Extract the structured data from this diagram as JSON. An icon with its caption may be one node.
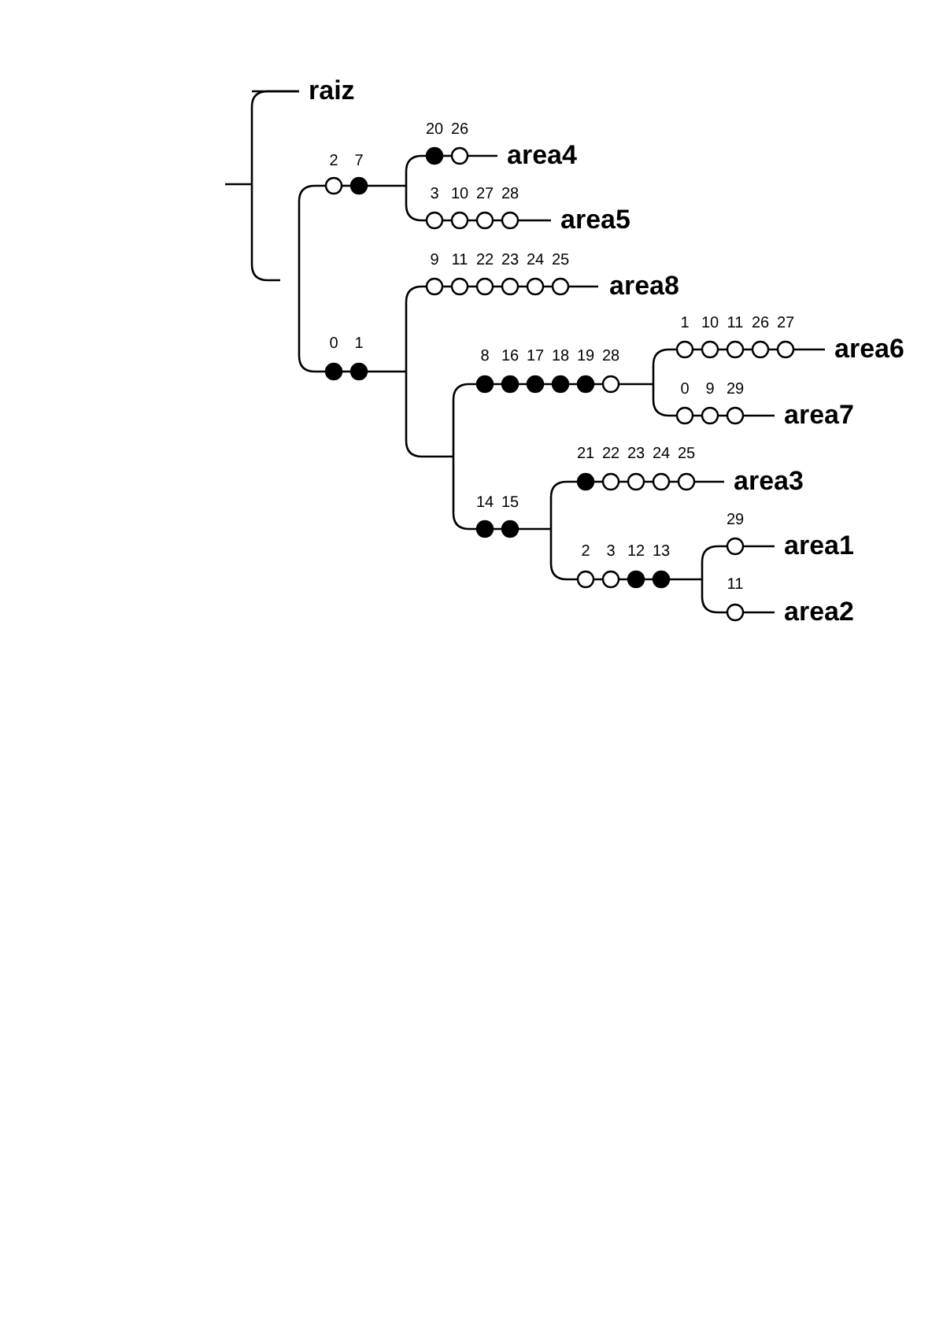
{
  "diagram": {
    "labels": [
      "raiz",
      "20",
      "26",
      "area4",
      "2",
      "7",
      "3",
      "10",
      "27",
      "28",
      "area5",
      "9",
      "11",
      "22",
      "23",
      "24",
      "25",
      "area8",
      "1",
      "10",
      "11",
      "26",
      "27",
      "0",
      "1",
      "area6",
      "8",
      "16",
      "17",
      "18",
      "19",
      "28",
      "0",
      "9",
      "29",
      "area7",
      "21",
      "22",
      "23",
      "24",
      "25",
      "area3",
      "14",
      "15",
      "29",
      "2",
      "3",
      "12",
      "13",
      "area1",
      "11",
      "area2"
    ]
  }
}
